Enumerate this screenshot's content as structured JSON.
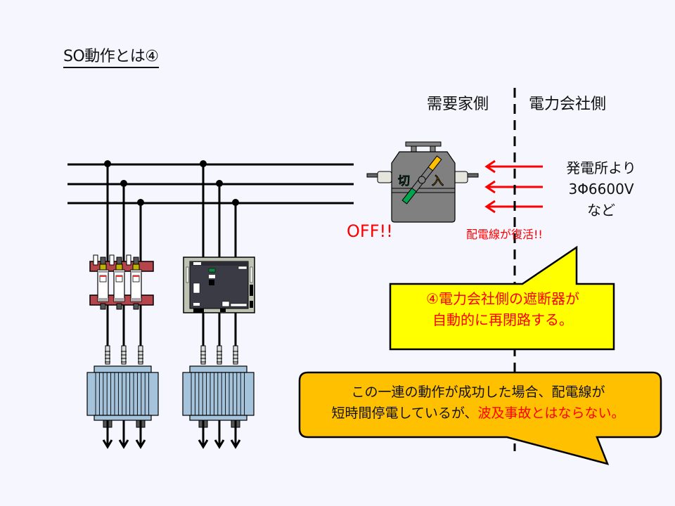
{
  "title": "SO動作とは④",
  "sides": {
    "customer": "需要家側",
    "utility": "電力会社側"
  },
  "source": {
    "line1": "発電所より",
    "line2": "3Φ6600V",
    "line3": "など"
  },
  "switch": {
    "off_label": "切",
    "on_label": "入",
    "status_label": "OFF!!"
  },
  "restored_label": "配電線が復活!!",
  "callout_step4": {
    "line1": "④電力会社側の遮断器が",
    "line2": "自動的に再閉路する。"
  },
  "callout_summary": {
    "line1": "この一連の動作が成功した場合、配電線が",
    "line2_black": "短時間停電しているが、",
    "line2_red": "波及事故とはならない。"
  },
  "colors": {
    "background": "#f5f6fe",
    "callout_step4_fill": "#ffff00",
    "callout_summary_fill": "#ffc000",
    "alert_red": "#ff0000",
    "arrow_red": "#ff0000",
    "switch_body": "#808080",
    "switch_off_handle": "#00a550",
    "switch_on_handle": "#ffc000",
    "transformer_fill": "#a6c3dc",
    "fuse_bar": "#b5454a",
    "relay_panel": "#3a3b45"
  }
}
